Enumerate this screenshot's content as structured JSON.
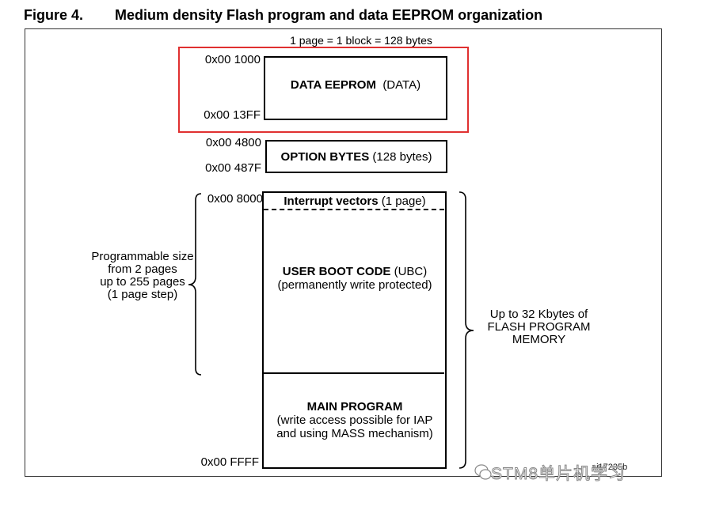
{
  "figure": {
    "label": "Figure 4.",
    "title": "Medium density Flash program and data EEPROM organization",
    "page_note": "1 page = 1 block = 128 bytes",
    "figure_id": "ai17235b"
  },
  "blocks": {
    "eeprom": {
      "name": "DATA EEPROM",
      "detail": "(DATA)",
      "addr_start": "0x00 1000",
      "addr_end": "0x00 13FF"
    },
    "option": {
      "name": "OPTION BYTES",
      "detail": "(128 bytes)",
      "addr_start": "0x00 4800",
      "addr_end": "0x00 487F"
    },
    "interrupt": {
      "name": "Interrupt vectors",
      "detail": "(1 page)",
      "addr_start": "0x00 8000"
    },
    "ubc": {
      "name": "USER BOOT CODE",
      "detail": "(UBC)",
      "line2": "(permanently write protected)"
    },
    "main": {
      "name": "MAIN PROGRAM",
      "line2": "(write access possible for IAP",
      "line3": "and using MASS mechanism)",
      "addr_end": "0x00 FFFF"
    }
  },
  "left_note": [
    "Programmable size",
    "from 2 pages",
    "up to 255 pages",
    "(1 page step)"
  ],
  "right_note": [
    "Up to 32 Kbytes of",
    "FLASH PROGRAM",
    "MEMORY"
  ],
  "watermark": "STM8单片机学习",
  "colors": {
    "highlight": "#e03030"
  }
}
